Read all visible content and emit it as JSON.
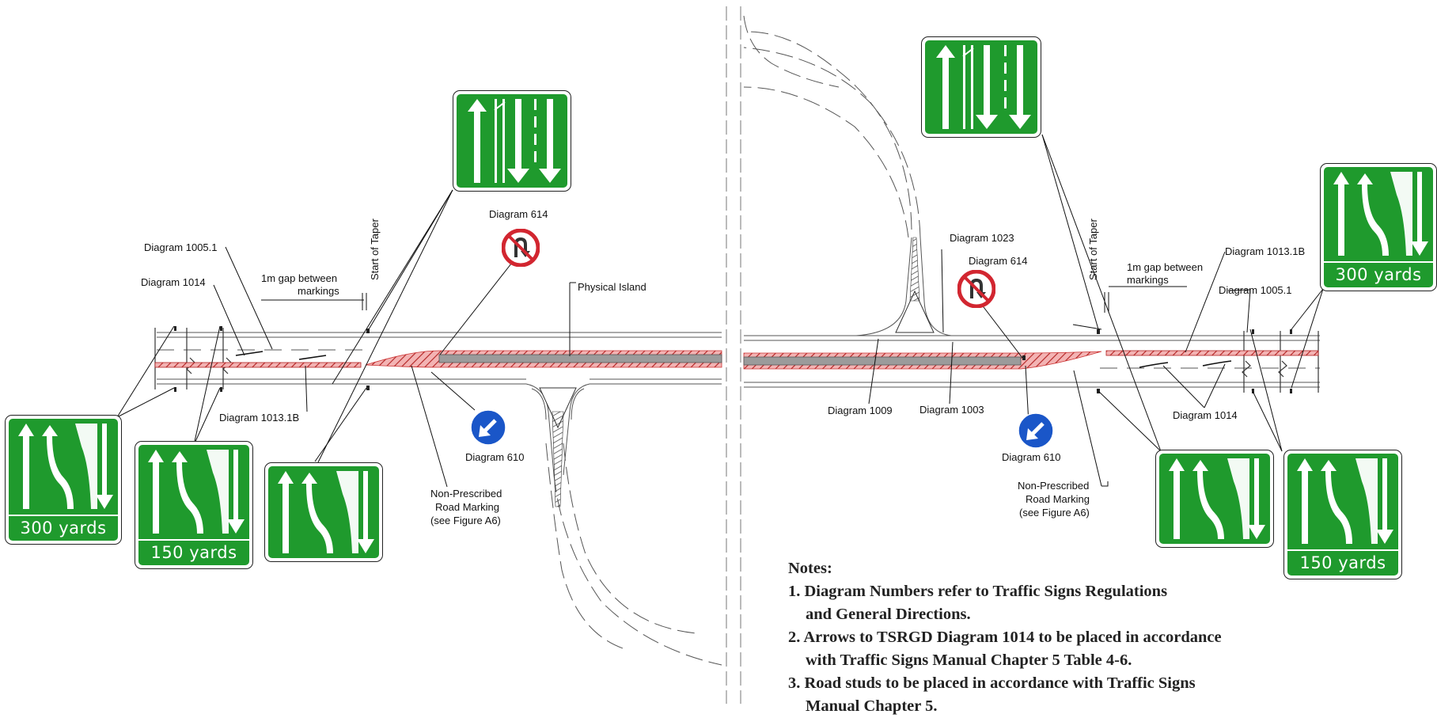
{
  "labels": {
    "start_of_taper": "Start of Taper",
    "gap_markings_line1": "1m gap between",
    "gap_markings_line2": "markings",
    "d1005_1": "Diagram 1005.1",
    "d1014": "Diagram 1014",
    "d1013_1b": "Diagram 1013.1B",
    "d614": "Diagram 614",
    "d610": "Diagram 610",
    "physical_island": "Physical Island",
    "d1023": "Diagram 1023",
    "d1009": "Diagram 1009",
    "d1003": "Diagram 1003",
    "non_prescribed_l1": "Non-Prescribed",
    "non_prescribed_l2": "Road Marking",
    "non_prescribed_l3": "(see Figure A6)"
  },
  "signs": {
    "yards_300": "300 yards",
    "yards_150": "150 yards"
  },
  "notes": {
    "title": "Notes:",
    "n1a": "1. Diagram Numbers refer to Traffic Signs Regulations",
    "n1b": "and General Directions.",
    "n2a": "2. Arrows to TSRGD Diagram 1014 to be placed in accordance",
    "n2b": "with Traffic Signs Manual Chapter 5 Table 4-6.",
    "n3a": "3. Road studs to be placed in accordance with Traffic Signs",
    "n3b": "Manual Chapter 5."
  },
  "colors": {
    "sign_green": "#1f9a2d",
    "hatch_red": "#e8686a",
    "island_grey": "#9b9b9b",
    "no_u_turn_red": "#d22630",
    "keep_left_blue": "#1a56c8"
  },
  "icons": [
    "no-u-turn-icon",
    "keep-left-arrow-icon",
    "lane-arrow-icon"
  ]
}
